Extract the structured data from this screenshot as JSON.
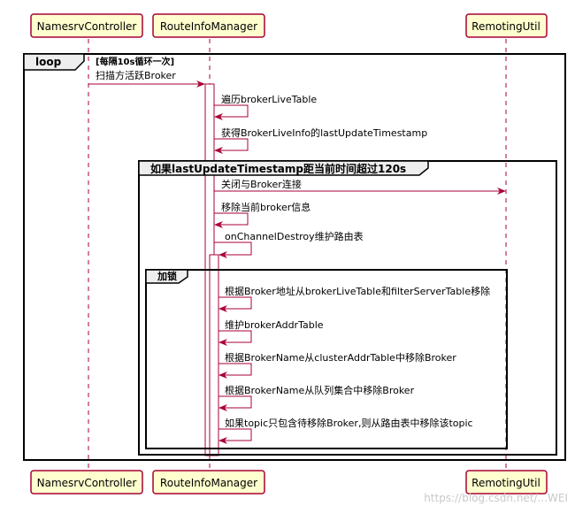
{
  "participants": [
    "NamesrvController",
    "RouteInfoManager",
    "RemotingUtil"
  ],
  "loop": {
    "keyword": "loop",
    "condition": "[每隔10s循环一次]"
  },
  "alt_frame": {
    "label": "如果lastUpdateTimestamp距当前时间超过120s"
  },
  "lock_frame": {
    "label": "加锁"
  },
  "messages": [
    "扫描方活跃Broker",
    "遍历brokerLiveTable",
    "获得BrokerLiveInfo的lastUpdateTimestamp",
    "关闭与Broker连接",
    "移除当前broker信息",
    "onChannelDestroy维护路由表",
    "根据Broker地址从brokerLiveTable和filterServerTable移除",
    "维护brokerAddrTable",
    "根据BrokerName从clusterAddrTable中移除Broker",
    "根据BrokerName从队列集合中移除Broker",
    "如果topic只包含待移除Broker,则从路由表中移除该topic"
  ],
  "watermark": "https://blog.csdn.net/...WEI",
  "colors": {
    "participant_fill": "#FEFECE",
    "participant_border": "#A80036",
    "arrow": "#A80036",
    "frame_border": "#000000",
    "frame_tab": "#EEEEEE"
  }
}
